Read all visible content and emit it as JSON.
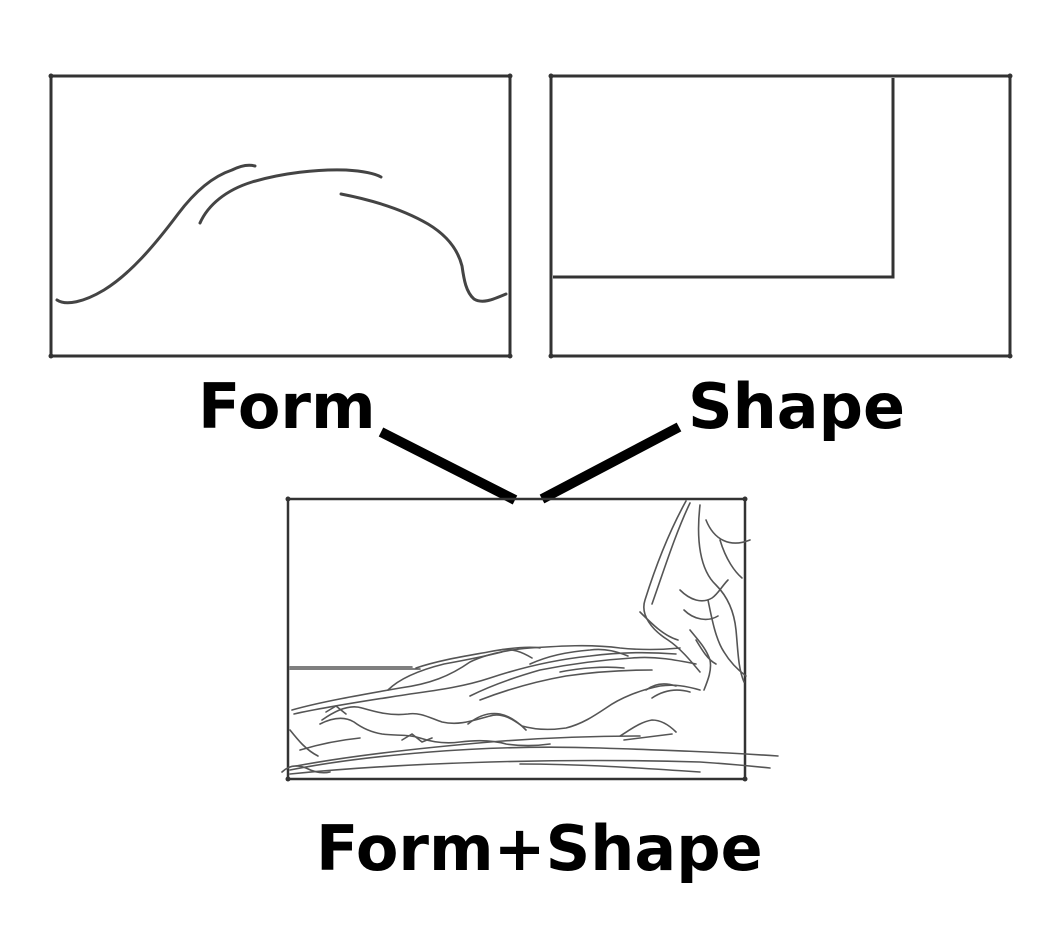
{
  "labels": {
    "form": "Form",
    "shape": "Shape",
    "form_shape": "Form+Shape"
  },
  "colors": {
    "frame": "#333333",
    "sketch": "#444444",
    "connector": "#000000",
    "text": "#000000",
    "background": "#ffffff"
  }
}
